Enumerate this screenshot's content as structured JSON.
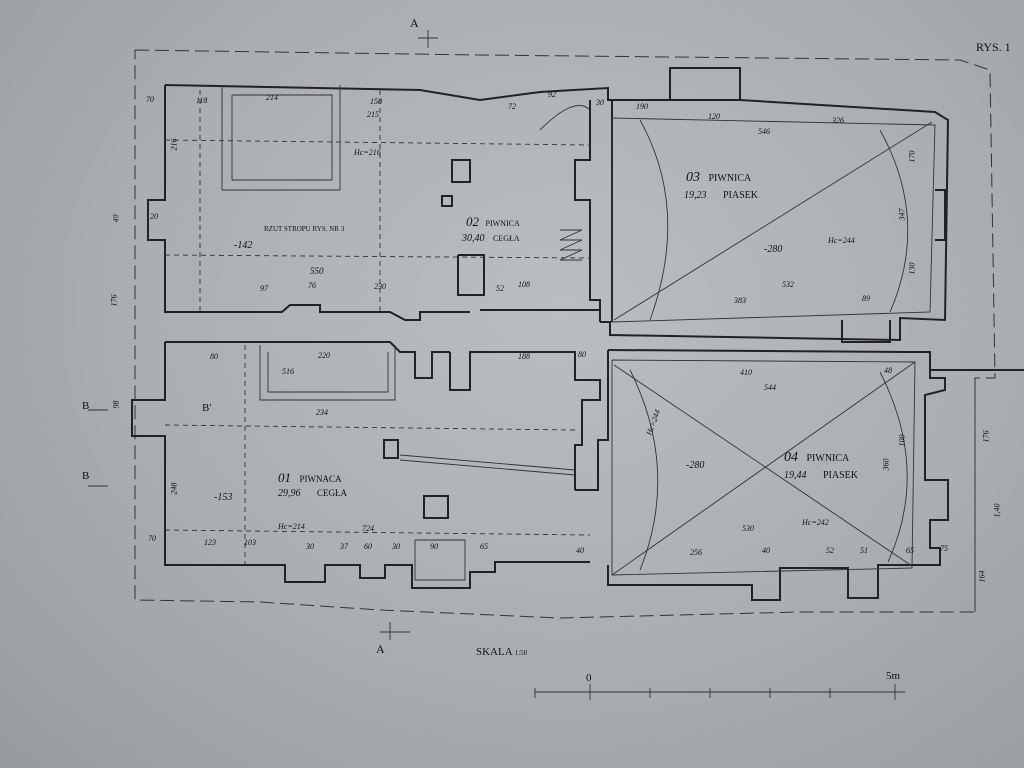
{
  "drawing": {
    "sheet_label": "RYS. 1",
    "scale_text": "SKALA",
    "scale_suffix": "1:50",
    "scale_zero": "0",
    "scale_end": "5m",
    "section_marks": {
      "a_top": "A",
      "a_bottom": "A",
      "b_left": "B",
      "b_left2": "B",
      "b_prime": "B'"
    },
    "ceiling_note": "RZUT STROPU RYS. NR 3"
  },
  "rooms": [
    {
      "number": "01",
      "name": "PIWNACA",
      "area": "29,96",
      "floor": "CEGŁA",
      "level": "-153"
    },
    {
      "number": "02",
      "name": "PIWNICA",
      "area": "30,40",
      "floor": "CEGŁA",
      "level": "-142"
    },
    {
      "number": "03",
      "name": "PIWNICA",
      "area": "19,23",
      "floor": "PIASEK",
      "level": "-280"
    },
    {
      "number": "04",
      "name": "PIWNICA",
      "area": "19,44",
      "floor": "PIASEK",
      "level": "-280"
    }
  ],
  "dimensions": {
    "top_row": [
      "70",
      "118",
      "214",
      "150",
      "215",
      "72",
      "92",
      "30",
      "190",
      "120",
      "326",
      "546"
    ],
    "mid_row": [
      "97",
      "76",
      "550",
      "230",
      "52",
      "108",
      "383",
      "532",
      "89"
    ],
    "lower_row": [
      "80",
      "220",
      "516",
      "234",
      "188",
      "80",
      "410",
      "544",
      "48"
    ],
    "bottom_row": [
      "70",
      "123",
      "103",
      "30",
      "37",
      "60",
      "30",
      "90",
      "65",
      "40",
      "256",
      "40",
      "51",
      "52",
      "65",
      "75",
      "530",
      "724"
    ],
    "left_col": [
      "49",
      "176",
      "98",
      "248",
      "216",
      "20"
    ],
    "right_col": [
      "170",
      "347",
      "130",
      "360",
      "100",
      "176",
      "1,40",
      "164"
    ],
    "heights": [
      "Hc=216",
      "Hc=244",
      "Hc=244",
      "Hc=242",
      "Hc=214"
    ]
  }
}
